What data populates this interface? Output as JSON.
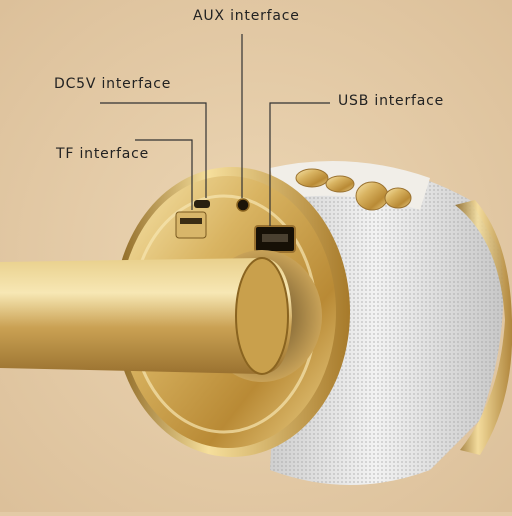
{
  "labels": {
    "aux": "AUX interface",
    "dc5v": "DC5V interface",
    "usb": "USB interface",
    "tf": "TF interface"
  },
  "colors": {
    "background": "#e3caa6",
    "gold": "#c9a04c",
    "gold_dark": "#8a6420",
    "gold_light": "#f6e2a8",
    "mesh": "#e6e6e6",
    "line": "#333333"
  }
}
